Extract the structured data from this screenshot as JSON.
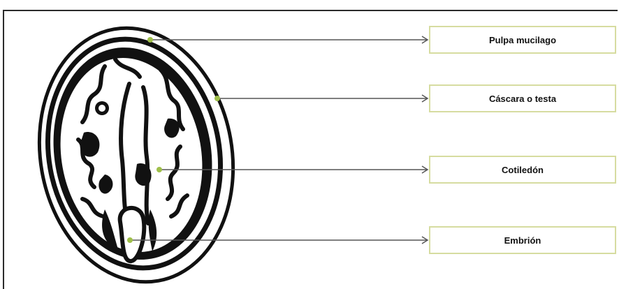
{
  "labels": [
    {
      "id": "pulpa",
      "text": "Pulpa mucilago"
    },
    {
      "id": "cascara",
      "text": "Cáscara o testa"
    },
    {
      "id": "cotiledon",
      "text": "Cotiledón"
    },
    {
      "id": "embrion",
      "text": "Embrión"
    }
  ],
  "colors": {
    "box_border": "#d6dca0",
    "pointer_dot": "#9fbf4a",
    "line": "#555555",
    "ink": "#111111"
  }
}
